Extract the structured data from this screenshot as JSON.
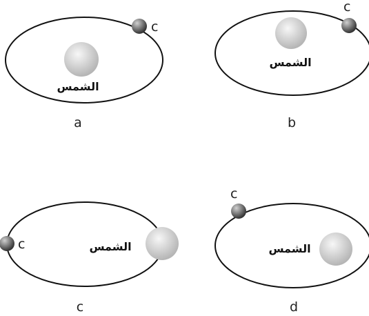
{
  "sun_label": "الشمس",
  "planet_label": "c",
  "panels": [
    {
      "id": "a",
      "caption": "a"
    },
    {
      "id": "b",
      "caption": "b"
    },
    {
      "id": "c",
      "caption": "c"
    },
    {
      "id": "d",
      "caption": "d"
    }
  ],
  "colors": {
    "orbit": "#111111",
    "sun_light": "#f4f4f4",
    "sun_dark": "#b9b9b9",
    "planet_light": "#bdbdbd",
    "planet_dark": "#3a3a3a"
  }
}
